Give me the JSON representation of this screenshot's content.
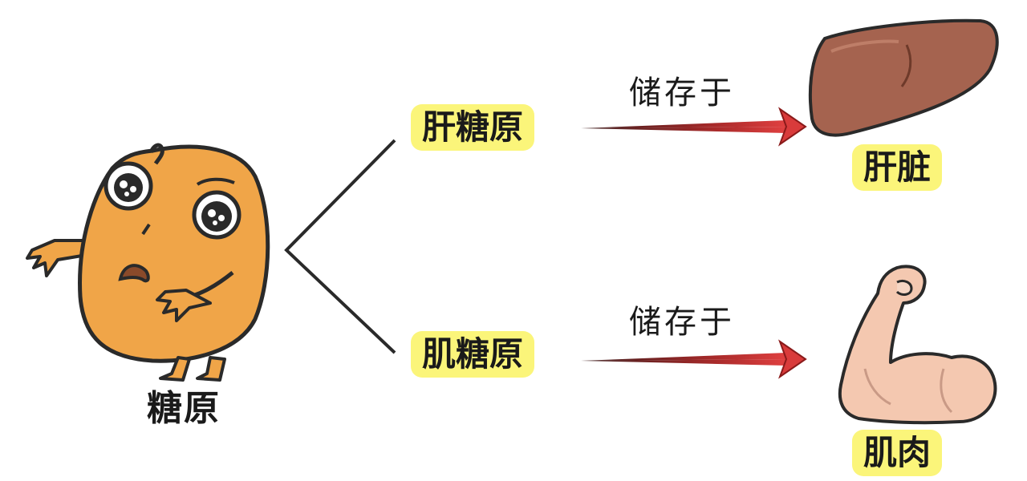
{
  "labels": {
    "glycogen": "糖原",
    "liver_glycogen": "肝糖原",
    "muscle_glycogen": "肌糖原",
    "stored_in_top": "储存于",
    "stored_in_bottom": "储存于",
    "liver": "肝脏",
    "muscle": "肌肉"
  },
  "colors": {
    "highlight": "#fbf57a",
    "character_body": "#f0a548",
    "liver": "#a5634f",
    "arm": "#f4c8b0",
    "arrow_head": "#d93b3b",
    "arrow_tail": "#3a1a1a",
    "outline": "#2a2a2a"
  },
  "icons": {
    "mascot": "glycogen-mascot-icon",
    "liver": "liver-icon",
    "muscle": "flexed-arm-icon"
  }
}
